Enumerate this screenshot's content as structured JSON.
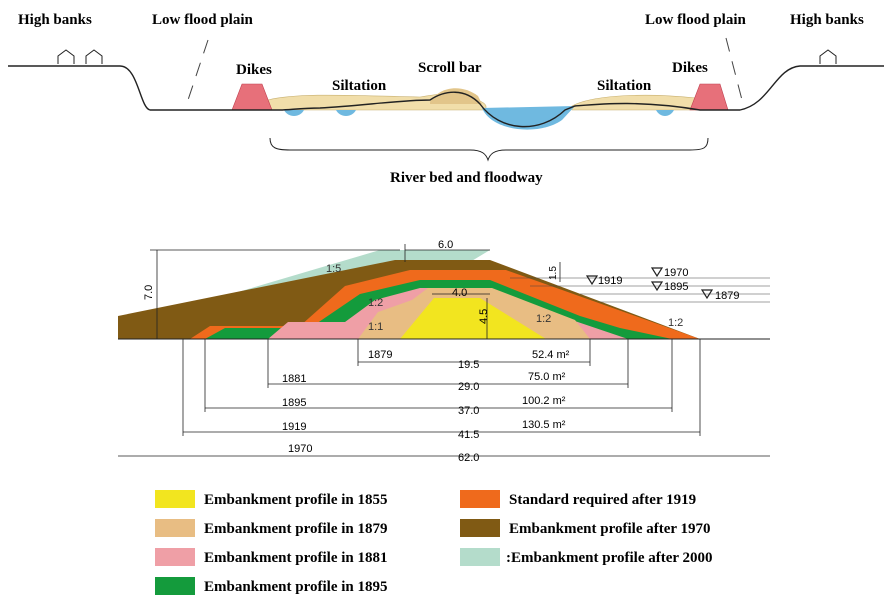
{
  "cross_section": {
    "high_banks_left": "High banks",
    "low_flood_plain_left": "Low flood plain",
    "low_flood_plain_right": "Low flood plain",
    "high_banks_right": "High banks",
    "dikes_left": "Dikes",
    "dikes_right": "Dikes",
    "siltation_left": "Siltation",
    "siltation_right": "Siltation",
    "scroll_bar": "Scroll bar",
    "river_bed": "River bed and floodway"
  },
  "embankment": {
    "height_label": "7.0",
    "crest_width": "6.0",
    "slope_2000": "1:5",
    "slope_1895": "1:2",
    "slope_1855": "1:1",
    "slope_right_inner": "1:2",
    "slope_right_outer": "1:2",
    "crest_1855": "4.0",
    "height_1855": "4.5",
    "freeboard": "1.5",
    "level_1919": "1919",
    "level_1970": "1970",
    "level_1895": "1895",
    "level_1879": "1879",
    "dims": [
      {
        "year": "1879",
        "width": "19.5",
        "area": "52.4 m²"
      },
      {
        "year": "1881",
        "width": "29.0",
        "area": "75.0 m²"
      },
      {
        "year": "1895",
        "width": "37.0",
        "area": "100.2 m²"
      },
      {
        "year": "1919",
        "width": "41.5",
        "area": "130.5 m²"
      },
      {
        "year": "1970",
        "width": "62.0",
        "area": ""
      }
    ]
  },
  "legend": [
    {
      "label": "Embankment profile in 1855",
      "color": "#f2e51f"
    },
    {
      "label": "Embankment profile in 1879",
      "color": "#e8bd83"
    },
    {
      "label": "Embankment profile in 1881",
      "color": "#ef9fa6"
    },
    {
      "label": "Embankment profile in 1895",
      "color": "#149b3c"
    },
    {
      "label": "Standard required after 1919",
      "color": "#ef6a1c"
    },
    {
      "label": "Embankment profile after 1970",
      "color": "#805a14"
    },
    {
      "label": ":Embankment profile after 2000",
      "color": "#b4dccb"
    }
  ]
}
